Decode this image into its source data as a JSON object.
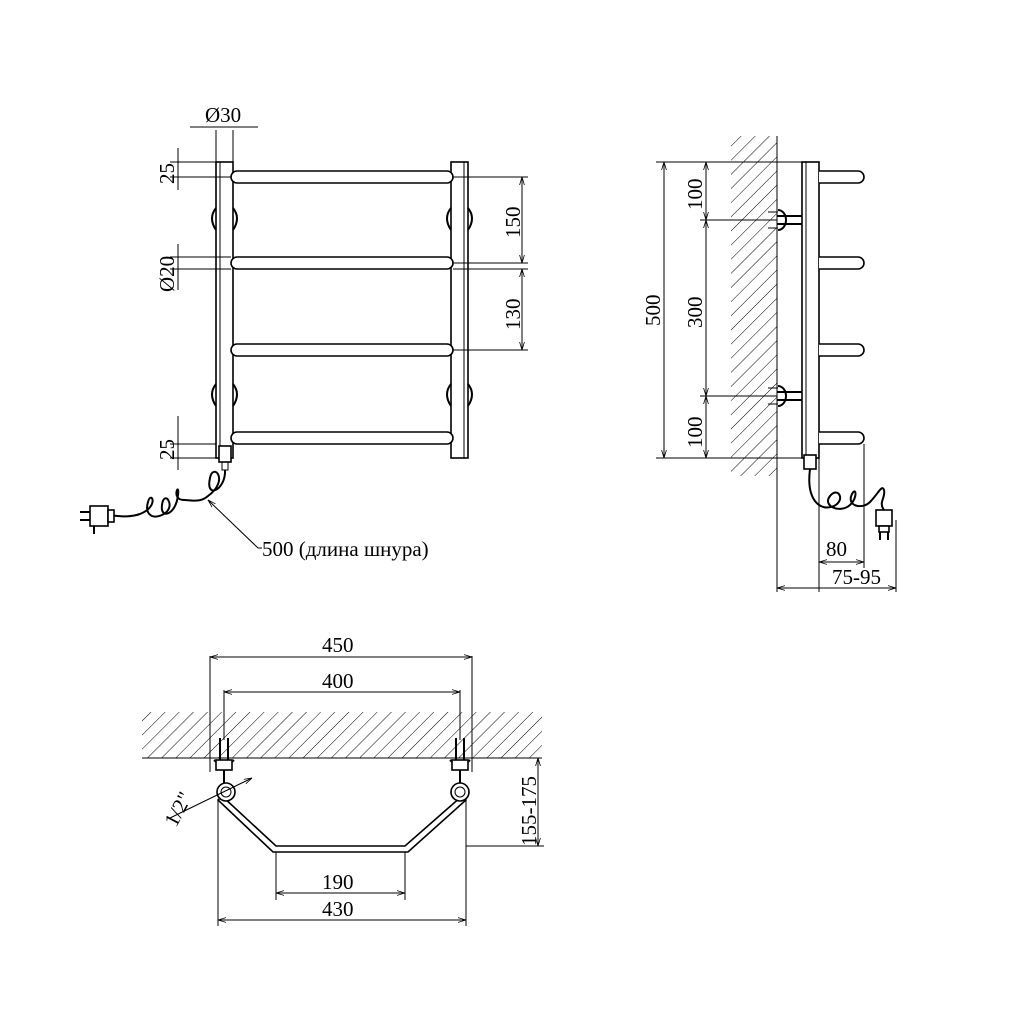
{
  "front_view": {
    "dia_top": "Ø30",
    "dim_top_offset": "25",
    "dim_bar_gap_1": "150",
    "dia_bar": "Ø20",
    "dim_bar_gap_2": "130",
    "dim_bottom_offset": "25",
    "cord_label": "500 (длина шнура)"
  },
  "side_view": {
    "dim_total_height": "500",
    "dim_top_mount": "100",
    "dim_mount_spacing": "300",
    "dim_bottom_mount": "100",
    "dim_depth_rail": "80",
    "dim_depth_total": "75-95"
  },
  "top_view": {
    "dim_outer_width": "450",
    "dim_mount_width": "400",
    "dim_thread": "1/2\"",
    "dim_wall_offset": "155-175",
    "dim_inner_bend": "190",
    "dim_bottom_width": "430"
  }
}
